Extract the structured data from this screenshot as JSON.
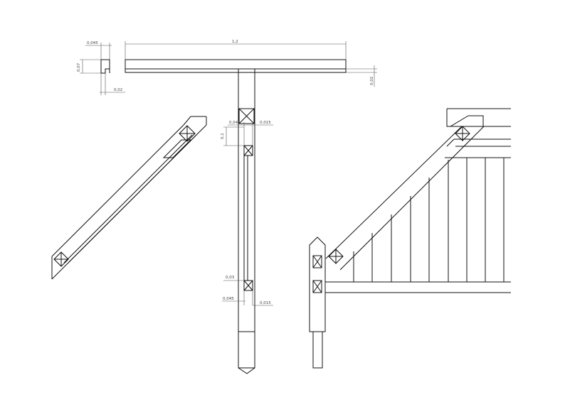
{
  "dimensions": {
    "rail_length": "1,2",
    "section_width": "0,045",
    "section_height": "0,07",
    "section_offset": "0,02",
    "rail_offset": "0,02",
    "joint_width_top": "0,045",
    "joint_gap_top": "0,015",
    "mortise_spacing": "0,1",
    "mortise_depth": "0,03",
    "joint_width_bottom": "0,045",
    "joint_gap_bottom": "0,015"
  },
  "colors": {
    "line": "#111111",
    "dimension": "#555555",
    "background": "#ffffff"
  }
}
